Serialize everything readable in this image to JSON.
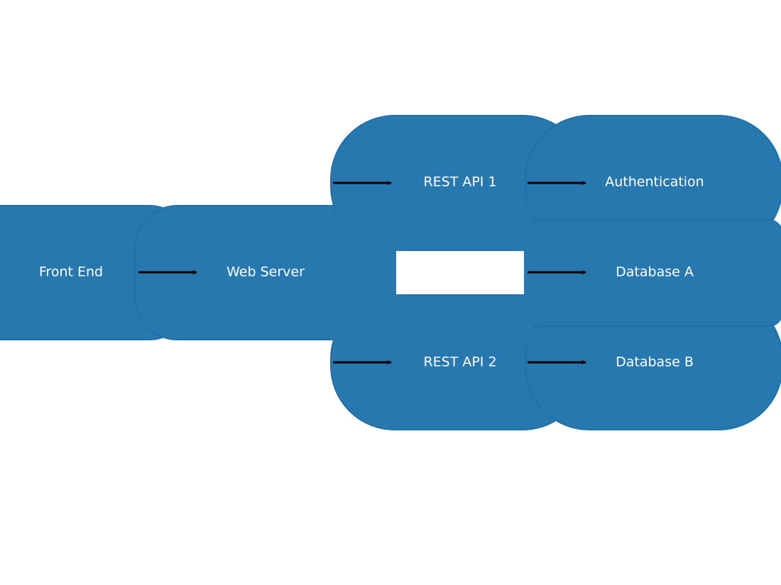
{
  "colors": {
    "node_fill": "#2878b0",
    "node_stroke": "#2270a8",
    "arrow": "#000000",
    "background": "#ffffff"
  },
  "nodes": [
    {
      "id": "front-end",
      "label": "Front End"
    },
    {
      "id": "web-server",
      "label": "Web Server"
    },
    {
      "id": "rest-api-1",
      "label": "REST API 1"
    },
    {
      "id": "rest-api-2",
      "label": "REST API 2"
    },
    {
      "id": "authentication",
      "label": "Authentication"
    },
    {
      "id": "database-a",
      "label": "Database A"
    },
    {
      "id": "database-b",
      "label": "Database B"
    }
  ],
  "edges": [
    {
      "from": "front-end",
      "to": "web-server"
    },
    {
      "from": "web-server",
      "to": "rest-api-1"
    },
    {
      "from": "web-server",
      "to": "rest-api-2"
    },
    {
      "from": "rest-api-1",
      "to": "authentication"
    },
    {
      "from": "rest-api-1",
      "to": "database-a"
    },
    {
      "from": "rest-api-2",
      "to": "database-b"
    }
  ]
}
